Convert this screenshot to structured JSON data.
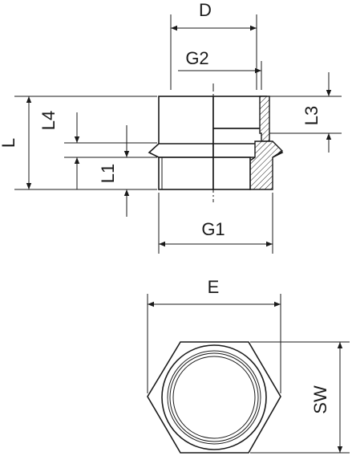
{
  "labels": {
    "D": "D",
    "G2": "G2",
    "L": "L",
    "L4": "L4",
    "L3": "L3",
    "L1": "L1",
    "G1": "G1",
    "E": "E",
    "SW": "SW"
  }
}
